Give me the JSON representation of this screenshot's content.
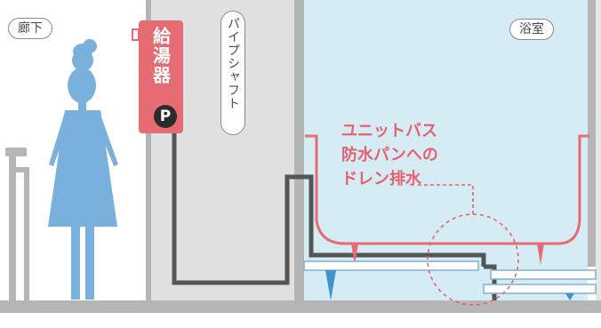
{
  "labels": {
    "corridor": "廊下",
    "bathroom": "浴室",
    "pipe_shaft": "パイプシャフト",
    "water_heater": "給湯器",
    "pump_mark": "P"
  },
  "caption": {
    "line1": "ユニットバス",
    "line2": "防水パンへの",
    "line3": "ドレン排水"
  },
  "colors": {
    "bath_water": "#d5ecf5",
    "shaft_gray": "#e0e0e0",
    "wall_gray": "#b5b5b5",
    "heater_red": "#e66b72",
    "accent_red": "#e8606d",
    "pipe_dark": "#555555",
    "figure_blue": "#7ab0dc",
    "support_blue": "#3f93cf"
  },
  "icons": {
    "figure": "woman-figure-icon",
    "drain": "drain-highlight-circle"
  }
}
